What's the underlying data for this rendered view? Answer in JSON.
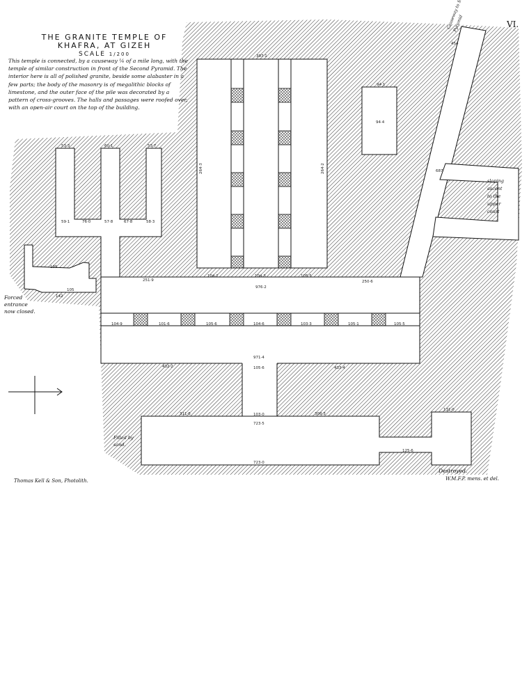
{
  "plate_number": "VI.",
  "title": {
    "line1": "THE GRANITE TEMPLE OF",
    "line2": "KHAFRA, AT GIZEH",
    "scale_label": "SCALE",
    "scale_value": "1/200"
  },
  "description": "This temple is connected, by a causeway ¼ of a mile long, with the temple of similar construction in front of the Second Pyramid. The interior here is all of polished granite, beside some alabaster in a few parts; the body of the masonry is of megalithic blocks of limestone, and the outer face of the pile was decorated by a pattern of cross-grooves. The halls and passages were roofed over, with an open-air court on the top of the building.",
  "notes": {
    "forced_entrance": "Forced entrance now closed.",
    "filled_by_sand": "Filled by sand.",
    "destroyed": "Destroyed.",
    "causeway": "Causeway to Second Pyramid",
    "stair": [
      "sloping",
      "ascent",
      "to the",
      "upper",
      "court"
    ]
  },
  "credits": {
    "lithographer": "Thomas Kell & Son, Photolith.",
    "delineator": "W.M.F.P. mens. et del."
  },
  "measurements": {
    "top_hall": "397·1",
    "hall_left": "264·3",
    "hall_right": "264·2",
    "transverse_top": "976·2",
    "transverse_bottom": "971·4",
    "corridor": "105·6",
    "corridor_end": "103·0",
    "bottom_top": "723·5",
    "bottom_bottom": "723·0",
    "left_wall_a": "251·9",
    "right_wall_a": "250·6",
    "lower_left": "432·2",
    "lower_right": "433·4",
    "bottom_left_wall": "311·6",
    "bottom_right_wall": "308·3",
    "room_right": "94·4",
    "room_right_top": "94·1",
    "causeway_w": "454",
    "branch": "687",
    "far_room": "131·0",
    "far_corr": "125·6",
    "fingers_top": [
      "53·3",
      "60·1",
      "53·7"
    ],
    "fingers_bottom": [
      "59·1",
      "76·0",
      "57·8",
      "67·8",
      "58·3"
    ],
    "left_room": "135",
    "left_room_b": "142",
    "left_room_c": "105",
    "intercol": [
      "104·9",
      "101·6",
      "105·6",
      "104·6",
      "103·3",
      "105·1",
      "105·5"
    ],
    "upper_intercol": [
      "104·1",
      "104·3",
      "105·5"
    ]
  },
  "colors": {
    "ink": "#111111",
    "paper": "#ffffff"
  }
}
